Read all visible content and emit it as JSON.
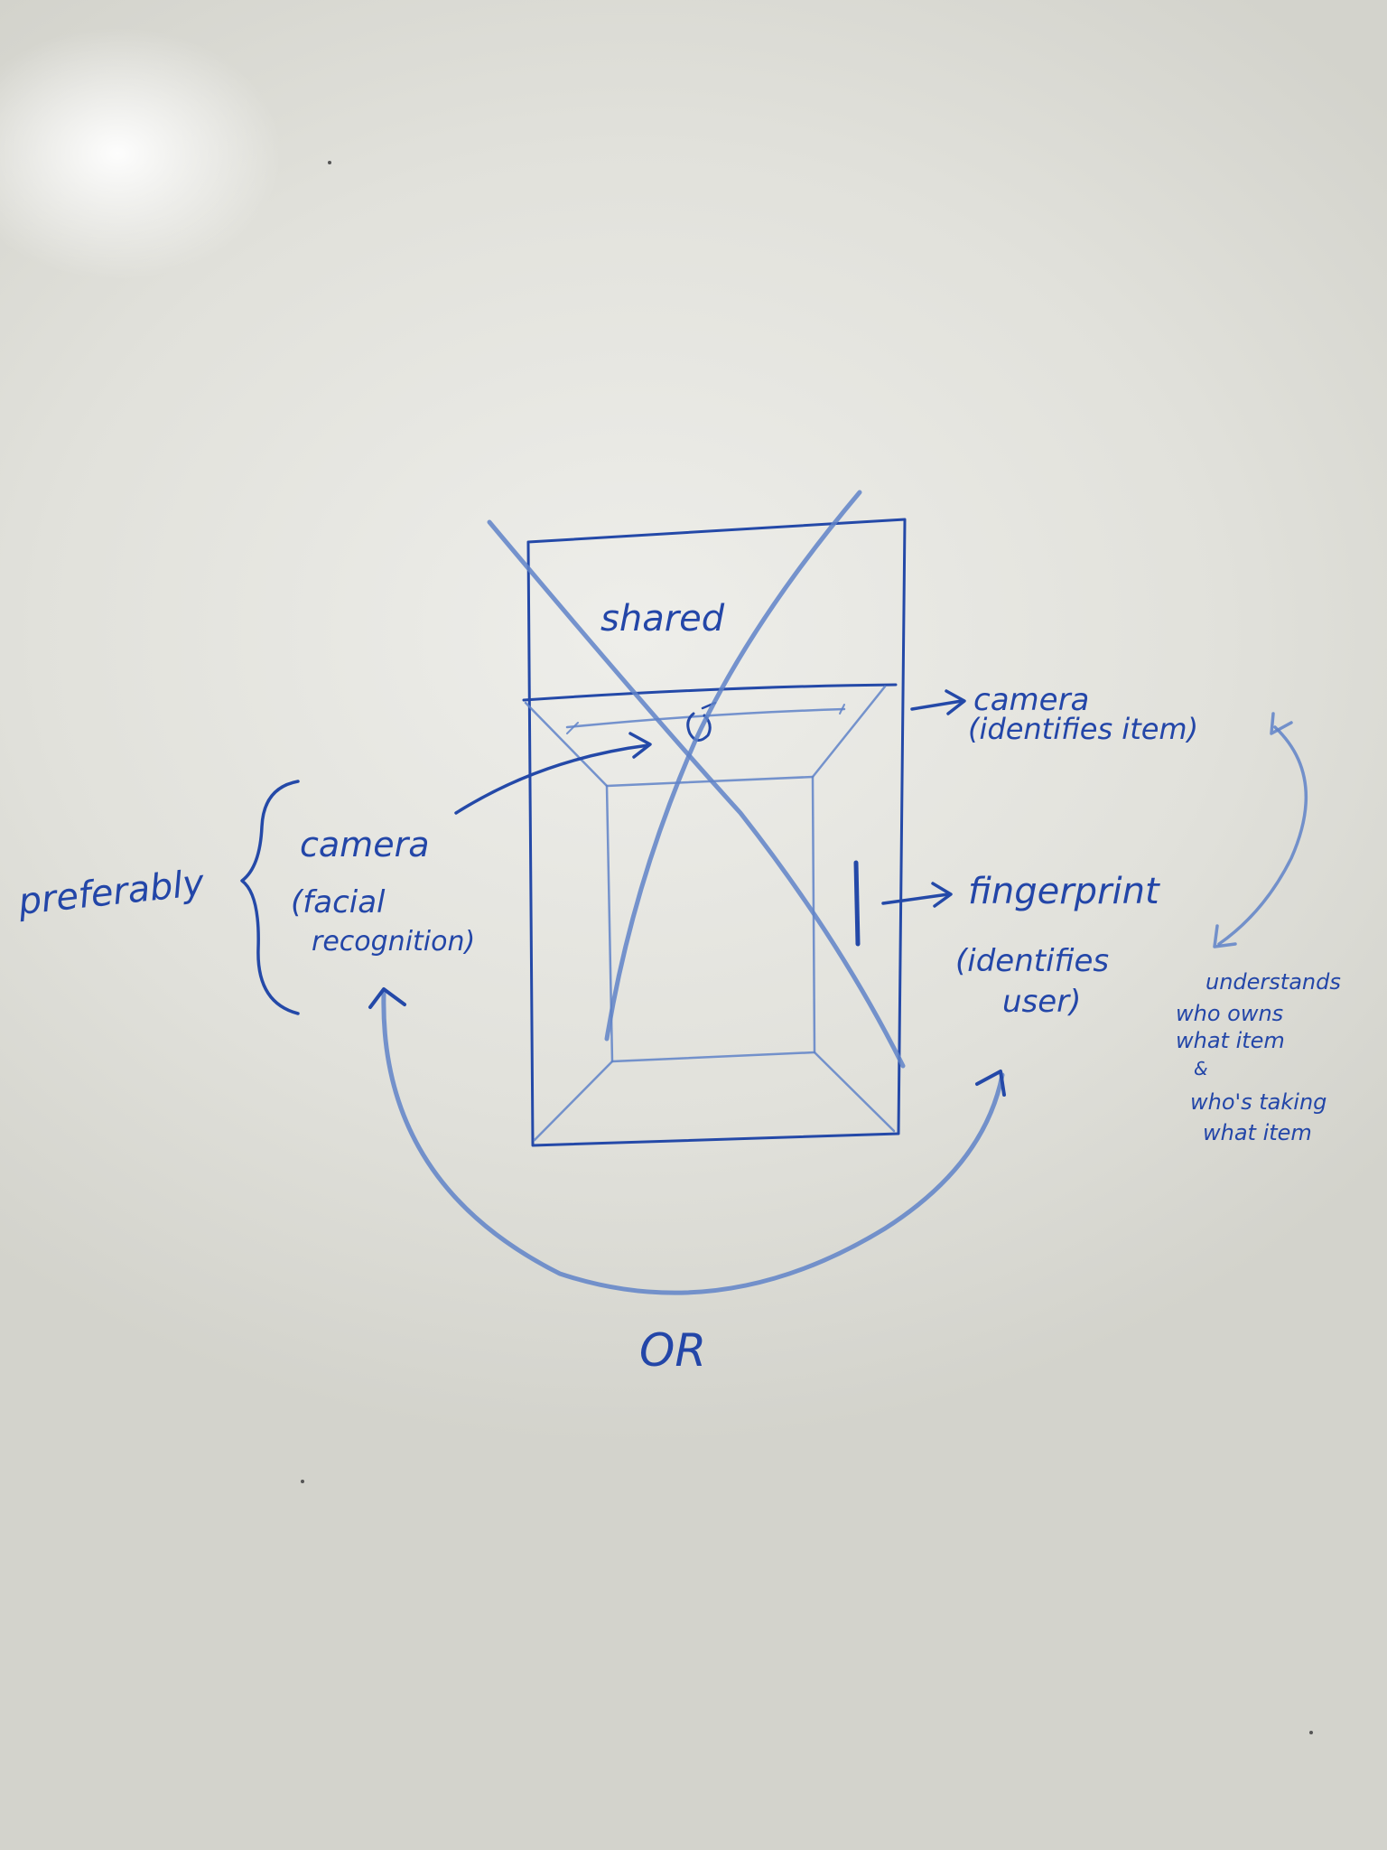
{
  "diagram": {
    "box_label": "shared",
    "top_camera": {
      "title": "camera",
      "subtitle": "(identifies item)"
    },
    "fingerprint": {
      "title": "fingerprint",
      "subtitle_line1": "(identifies",
      "subtitle_line2": "user)"
    },
    "face_camera": {
      "title": "camera",
      "subtitle_line1": "(facial",
      "subtitle_line2": "recognition)"
    },
    "preference": "preferably",
    "note": {
      "line1": "understands",
      "line2": "who owns",
      "line3": "what item",
      "line4": "&",
      "line5": "who's taking",
      "line6": "what item"
    },
    "alternative": "OR"
  },
  "colors": {
    "ink": "#2449a8",
    "board": "#e6e6e1"
  }
}
